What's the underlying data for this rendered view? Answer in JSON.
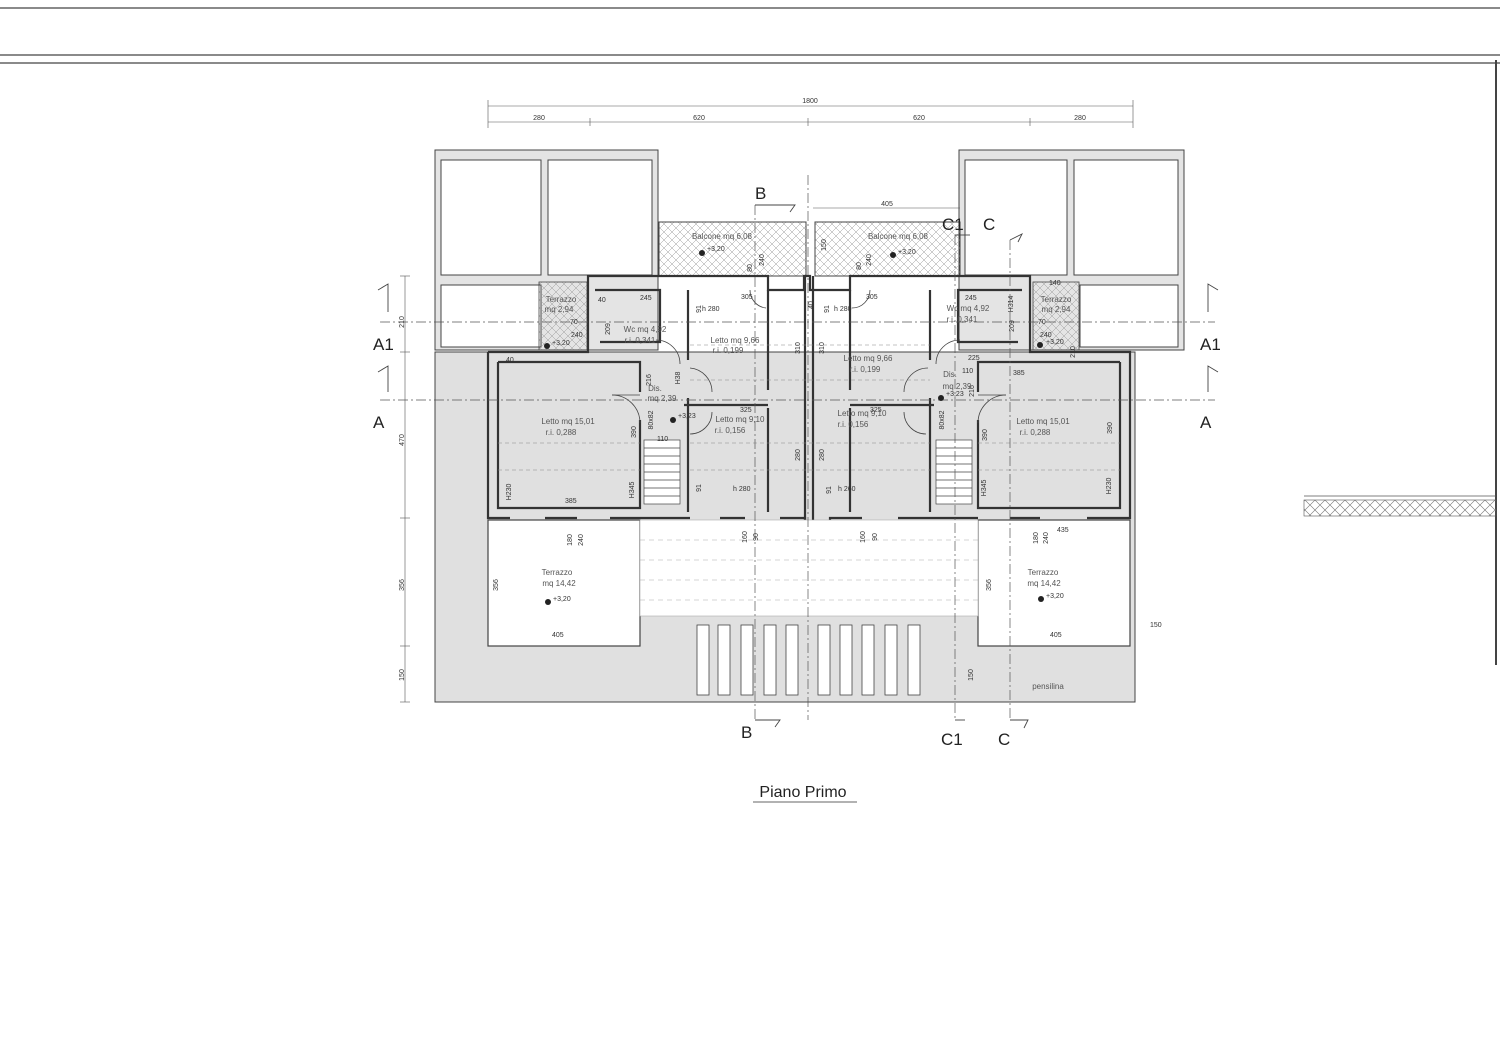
{
  "title": "Piano Primo",
  "sections": {
    "a": "A",
    "a1": "A1",
    "b": "B",
    "c": "C",
    "c1": "C1"
  },
  "dims": {
    "total": "1800",
    "w280": "280",
    "w620": "620",
    "d405": "405",
    "d385": "385",
    "d435": "435",
    "d150": "150",
    "d140": "140",
    "d245": "245",
    "d305": "305",
    "d325": "325",
    "d225": "225",
    "d40": "40",
    "d70": "70",
    "d240": "240",
    "d80": "80",
    "d91": "91",
    "d110": "110",
    "d209": "209",
    "d216": "216",
    "d310": "310",
    "d390": "390",
    "d280": "280",
    "d160": "160",
    "d90": "90",
    "d180": "180",
    "d356": "356",
    "d210": "210",
    "d470": "470",
    "h230": "H230",
    "h345": "H345",
    "h314": "H314",
    "h38": "H38",
    "h280": "h 280",
    "h260": "h 260",
    "r8082": "80x82"
  },
  "rooms": {
    "balcone_l": "Balcone mq 6,08",
    "balcone_r": "Balcone mq 6,08",
    "terr_small_l": [
      "Terrazzo",
      "mq 2,94"
    ],
    "terr_small_r": [
      "Terrazzo",
      "mq 2,94"
    ],
    "wc_l": [
      "Wc mq 4,92",
      "r.i. 0,341"
    ],
    "wc_r": [
      "Wc mq 4,92",
      "r.i. 0,341"
    ],
    "letto9_l": [
      "Letto mq 9,66",
      "r.i. 0,199"
    ],
    "letto9_r": [
      "Letto mq 9,66",
      "r.i. 0,199"
    ],
    "dis_l": [
      "Dis.",
      "mq 2,39"
    ],
    "dis_r": [
      "Dis.",
      "mq 2,39"
    ],
    "letto910_l": [
      "Letto mq 9,10",
      "r.i. 0,156"
    ],
    "letto910_r": [
      "Letto mq 9,10",
      "r.i. 0,156"
    ],
    "letto15_l": [
      "Letto mq 15,01",
      "r.i. 0,288"
    ],
    "letto15_r": [
      "Letto mq 15,01",
      "r.i. 0,288"
    ],
    "terr_big_l": [
      "Terrazzo",
      "mq 14,42"
    ],
    "terr_big_r": [
      "Terrazzo",
      "mq 14,42"
    ],
    "pensilina": "pensilina"
  },
  "levels": {
    "l320": "+3,20",
    "l323": "+3,23"
  },
  "colors": {
    "line": "#333333",
    "roof": "#e0e0e0",
    "hatch": "#999999"
  }
}
